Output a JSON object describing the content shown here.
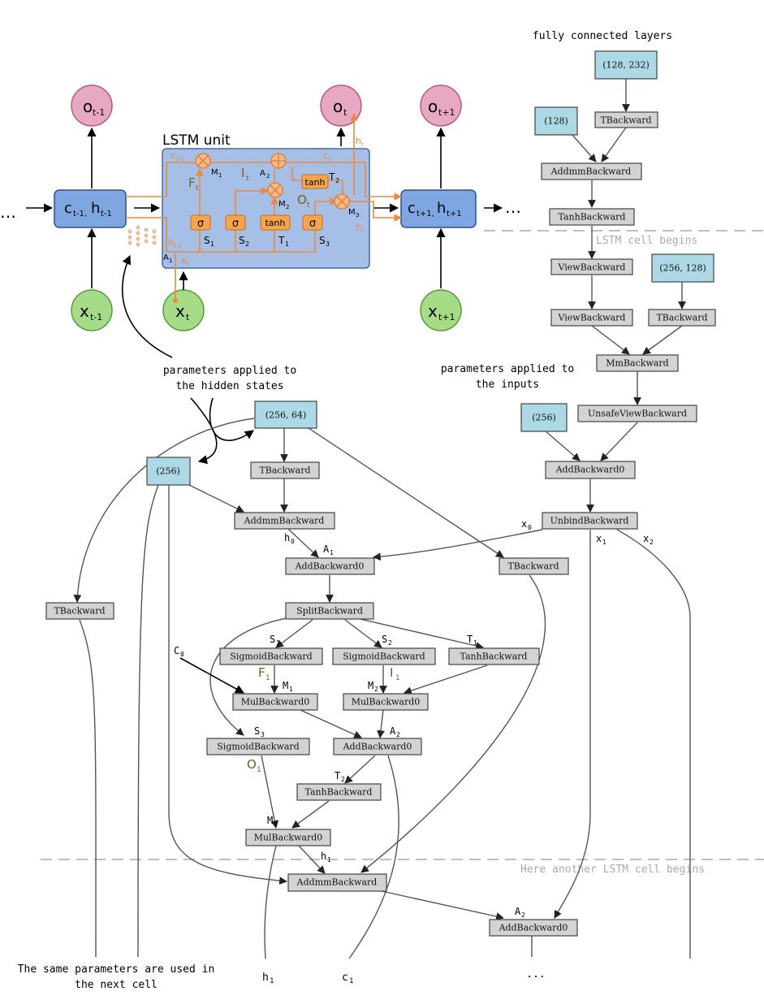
{
  "top_left": {
    "lstm_unit_title": "LSTM unit",
    "o_prev": "o",
    "o_prev_sub": "t-1",
    "o_t": "o",
    "o_t_sub": "t",
    "o_next": "o",
    "o_next_sub": "t+1",
    "x_prev": "x",
    "x_prev_sub": "t-1",
    "x_t": "x",
    "x_t_sub": "t",
    "x_next": "x",
    "x_next_sub": "t+1",
    "cell_prev_c": "c",
    "cell_prev_c_sub": "t-1,",
    "cell_prev_h": "h",
    "cell_prev_h_sub": "t-1",
    "cell_next_c": "c",
    "cell_next_c_sub": "t+1,",
    "cell_next_h": "h",
    "cell_next_h_sub": "t+1",
    "ellipsis": "…",
    "sigma": "σ",
    "tanh": "tanh"
  },
  "captions": {
    "fully_connected": "fully connected layers",
    "lstm_cell_begins": "LSTM cell begins",
    "params_inputs_1": "parameters applied to",
    "params_inputs_2": "the inputs",
    "params_hidden_1": "parameters applied to",
    "params_hidden_2": "the hidden states",
    "another_cell": "Here another LSTM cell begins",
    "same_params_1": "The same parameters are used in",
    "same_params_2": "the next cell",
    "bottom_h1": "h",
    "bottom_c1": "c",
    "bottom_ellipsis": "..."
  },
  "nodes": {
    "p_128_232": "(128, 232)",
    "tbackward_fc": "TBackward",
    "p_128": "(128)",
    "addmm_fc": "AddmmBackward",
    "tanh_fc": "TanhBackward",
    "view1": "ViewBackward",
    "p_256_128": "(256, 128)",
    "view2": "ViewBackward",
    "tbackward_in": "TBackward",
    "mm": "MmBackward",
    "unsafeview": "UnsafeViewBackward",
    "p_256_in": "(256)",
    "addbackward_in": "AddBackward0",
    "unbind": "UnbindBackward",
    "p_256_64": "(256, 64)",
    "p_256_h": "(256)",
    "tbackward_h": "TBackward",
    "addmm_h": "AddmmBackward",
    "tbackward_left": "TBackward",
    "add_a1": "AddBackward0",
    "tbackward_right": "TBackward",
    "split": "SplitBackward",
    "sig_s1": "SigmoidBackward",
    "sig_s2": "SigmoidBackward",
    "tanh_t1": "TanhBackward",
    "mul_m1": "MulBackward0",
    "mul_m2": "MulBackward0",
    "sig_s3": "SigmoidBackward",
    "add_a2": "AddBackward0",
    "tanh_t2": "TanhBackward",
    "mul_m3": "MulBackward0",
    "addmm_next": "AddmmBackward",
    "add_next": "AddBackward0"
  }
}
